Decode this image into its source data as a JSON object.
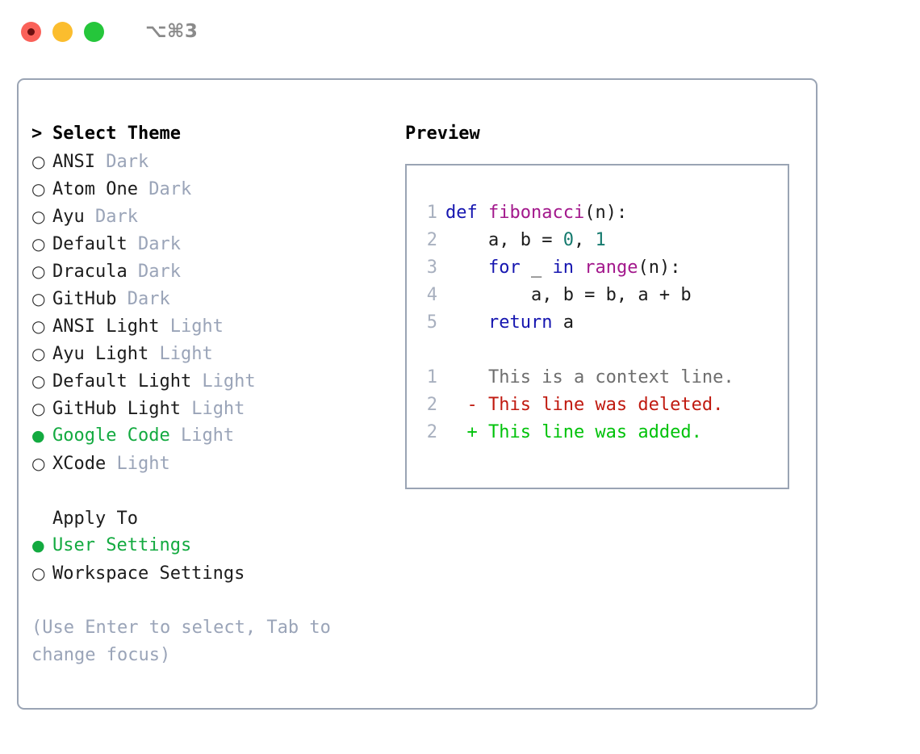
{
  "window": {
    "traffic_lights": [
      "close-red",
      "minimize-yellow",
      "maximize-green"
    ],
    "shortcut": "⌥⌘3"
  },
  "theme_picker": {
    "heading_marker": ">",
    "heading": "Select Theme",
    "unselected_marker": "○",
    "selected_marker": "●",
    "accent_color": "#13aa40",
    "muted_color": "#9aa4b8",
    "items": [
      {
        "name": "ANSI",
        "variant": "Dark",
        "selected": false
      },
      {
        "name": "Atom One",
        "variant": "Dark",
        "selected": false
      },
      {
        "name": "Ayu",
        "variant": "Dark",
        "selected": false
      },
      {
        "name": "Default",
        "variant": "Dark",
        "selected": false
      },
      {
        "name": "Dracula",
        "variant": "Dark",
        "selected": false
      },
      {
        "name": "GitHub",
        "variant": "Dark",
        "selected": false
      },
      {
        "name": "ANSI Light",
        "variant": "Light",
        "selected": false
      },
      {
        "name": "Ayu Light",
        "variant": "Light",
        "selected": false
      },
      {
        "name": "Default Light",
        "variant": "Light",
        "selected": false
      },
      {
        "name": "GitHub Light",
        "variant": "Light",
        "selected": false
      },
      {
        "name": "Google Code",
        "variant": "Light",
        "selected": true
      },
      {
        "name": "XCode",
        "variant": "Light",
        "selected": false
      }
    ]
  },
  "apply_to": {
    "heading": "Apply To",
    "options": [
      {
        "name": "User Settings",
        "selected": true
      },
      {
        "name": "Workspace Settings",
        "selected": false
      }
    ]
  },
  "hint": "(Use Enter to select, Tab to change focus)",
  "preview": {
    "title": "Preview",
    "code_lines": [
      {
        "no": "1",
        "tokens": [
          {
            "t": "def",
            "c": "kw"
          },
          {
            "t": " ",
            "c": "pl"
          },
          {
            "t": "fibonacci",
            "c": "fn"
          },
          {
            "t": "(n):",
            "c": "pl"
          }
        ]
      },
      {
        "no": "2",
        "tokens": [
          {
            "t": "    a, b = ",
            "c": "pl"
          },
          {
            "t": "0",
            "c": "num"
          },
          {
            "t": ", ",
            "c": "pl"
          },
          {
            "t": "1",
            "c": "num"
          }
        ]
      },
      {
        "no": "3",
        "tokens": [
          {
            "t": "    ",
            "c": "pl"
          },
          {
            "t": "for",
            "c": "kw"
          },
          {
            "t": " _ ",
            "c": "pl"
          },
          {
            "t": "in",
            "c": "kw"
          },
          {
            "t": " ",
            "c": "pl"
          },
          {
            "t": "range",
            "c": "fn"
          },
          {
            "t": "(n):",
            "c": "pl"
          }
        ]
      },
      {
        "no": "4",
        "tokens": [
          {
            "t": "        a, b = b, a + b",
            "c": "pl"
          }
        ]
      },
      {
        "no": "5",
        "tokens": [
          {
            "t": "    ",
            "c": "pl"
          },
          {
            "t": "return",
            "c": "kw"
          },
          {
            "t": " a",
            "c": "pl"
          }
        ]
      }
    ],
    "diff_lines": [
      {
        "no": "1",
        "sign": " ",
        "text": "This is a context line.",
        "kind": "d-ctx"
      },
      {
        "no": "2",
        "sign": "-",
        "text": "This line was deleted.",
        "kind": "d-del"
      },
      {
        "no": "2",
        "sign": "+",
        "text": "This line was added.",
        "kind": "d-add"
      }
    ]
  }
}
